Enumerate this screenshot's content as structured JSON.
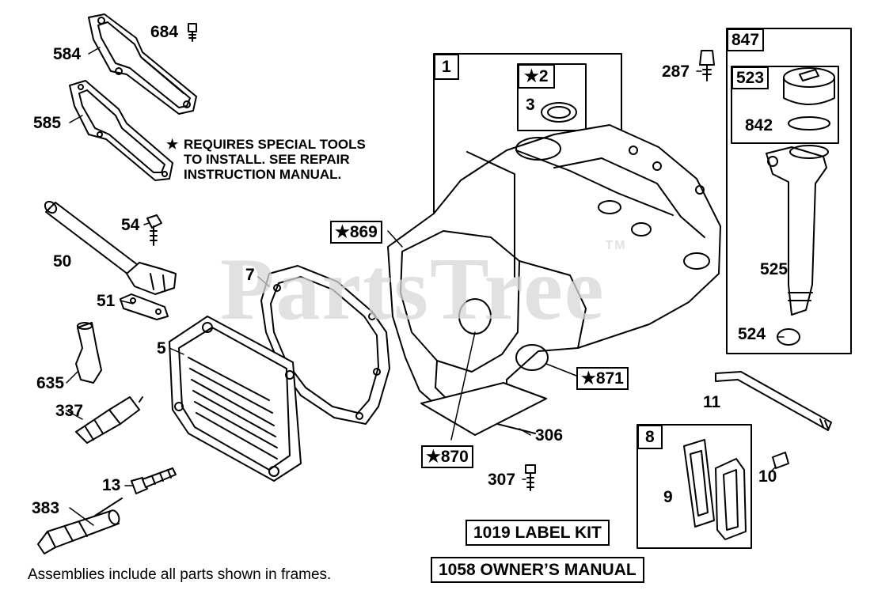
{
  "watermark": {
    "text": "PartsTree",
    "tm": "TM"
  },
  "note": {
    "star": "★",
    "line1": "REQUIRES SPECIAL TOOLS",
    "line2": "TO INSTALL.  SEE REPAIR",
    "line3": "INSTRUCTION MANUAL."
  },
  "footer_note": "Assemblies include all parts shown in frames.",
  "labels": {
    "p584": "584",
    "p684": "684",
    "p585": "585",
    "p54": "54",
    "p50": "50",
    "p51": "51",
    "p7": "7",
    "p5": "5",
    "p635": "635",
    "p337": "337",
    "p13": "13",
    "p383": "383",
    "p1": "1",
    "p2": "★2",
    "p3": "3",
    "p869": "★869",
    "p871": "★871",
    "p870": "★870",
    "p306": "306",
    "p307": "307",
    "p287": "287",
    "p847": "847",
    "p523": "523",
    "p842": "842",
    "p525": "525",
    "p524": "524",
    "p11": "11",
    "p8": "8",
    "p9": "9",
    "p10": "10",
    "label_kit": "1019 LABEL KIT",
    "owners_manual": "1058 OWNER’S MANUAL"
  }
}
